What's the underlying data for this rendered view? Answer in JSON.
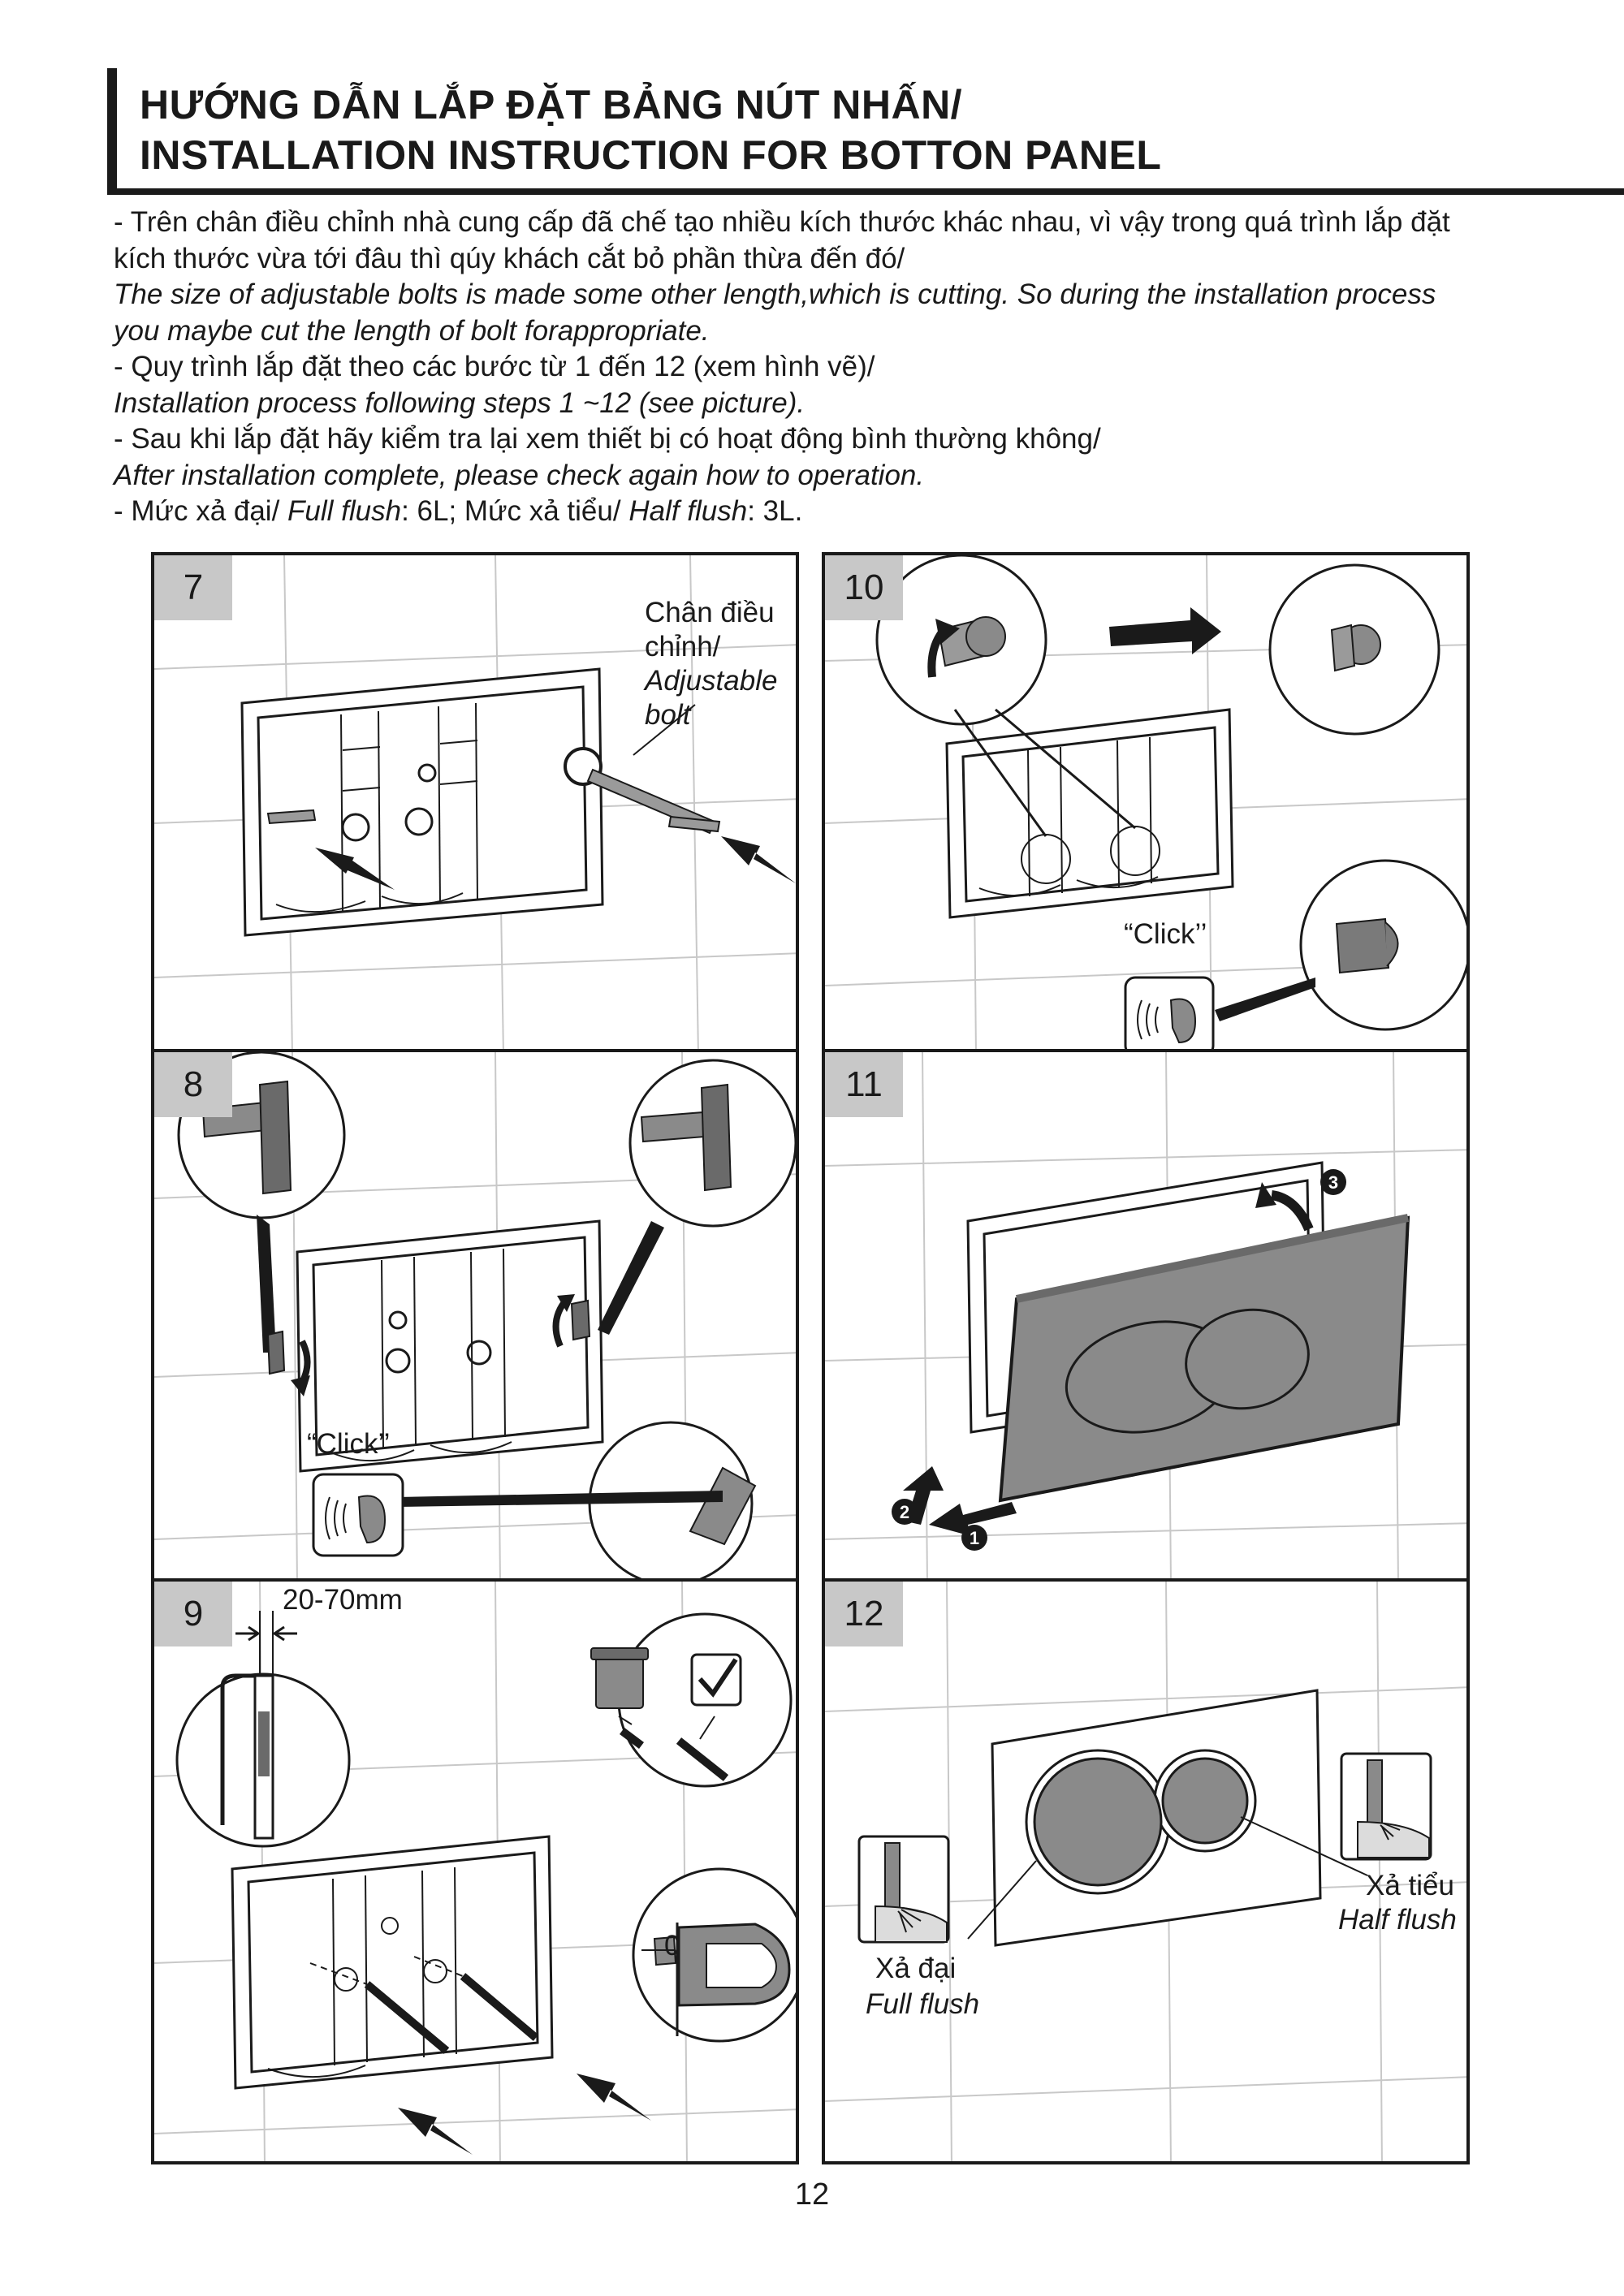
{
  "header": {
    "title_vi": "HƯỚNG DẪN LẮP ĐẶT BẢNG NÚT NHẤN/",
    "title_en": "INSTALLATION INSTRUCTION FOR BOTTON PANEL"
  },
  "instructions": [
    {
      "text": "- Trên chân điều chỉnh nhà cung cấp đã chế tạo nhiều kích thước khác nhau, vì vậy trong quá trình lắp đặt",
      "italic": false
    },
    {
      "text": "kích thước vừa tới đâu thì qúy khách cắt bỏ phần thừa đến đó/",
      "italic": false
    },
    {
      "text": "The size of adjustable bolts is made some other length,which is cutting. So during the installation process",
      "italic": true
    },
    {
      "text": "you maybe cut the length of bolt forappropriate.",
      "italic": true
    },
    {
      "text": "- Quy trình lắp đặt theo các bước từ 1 đến 12 (xem hình vẽ)/",
      "italic": false
    },
    {
      "text": "Installation process following steps 1 ~12 (see picture).",
      "italic": true
    },
    {
      "text": "- Sau khi lắp đặt hãy kiểm tra lại xem thiết bị có hoạt động bình thường không/",
      "italic": false
    },
    {
      "text": "After installation complete, please check again how to operation.",
      "italic": true
    }
  ],
  "flush_line": {
    "prefix": "- Mức xả đại/ ",
    "full_label": "Full flush",
    "full_value": ": 6L; Mức xả tiểu/ ",
    "half_label": "Half flush",
    "half_value": ": 3L."
  },
  "steps": {
    "s7": {
      "number": "7",
      "bolt_label_vi_1": "Chân điều",
      "bolt_label_vi_2": "chỉnh/",
      "bolt_label_en_1": "Adjustable",
      "bolt_label_en_2": "bolt"
    },
    "s8": {
      "number": "8",
      "click": "“Click’’"
    },
    "s9": {
      "number": "9",
      "dimension": "20-70mm",
      "zero": "0"
    },
    "s10": {
      "number": "10",
      "click": "“Click’’"
    },
    "s11": {
      "number": "11",
      "badge_1": "1",
      "badge_2": "2",
      "badge_3": "3"
    },
    "s12": {
      "number": "12",
      "half_vi": "Xả tiểu",
      "half_en": "Half flush",
      "full_vi": "Xả đại",
      "full_en": "Full flush"
    }
  },
  "page_number": "12",
  "colors": {
    "text": "#1a1a1a",
    "step_badge": "#c8c8c8",
    "panel_gray": "#8a8a8a",
    "button_gray": "#9a9a9a",
    "tile_line": "#c8c8c8"
  }
}
